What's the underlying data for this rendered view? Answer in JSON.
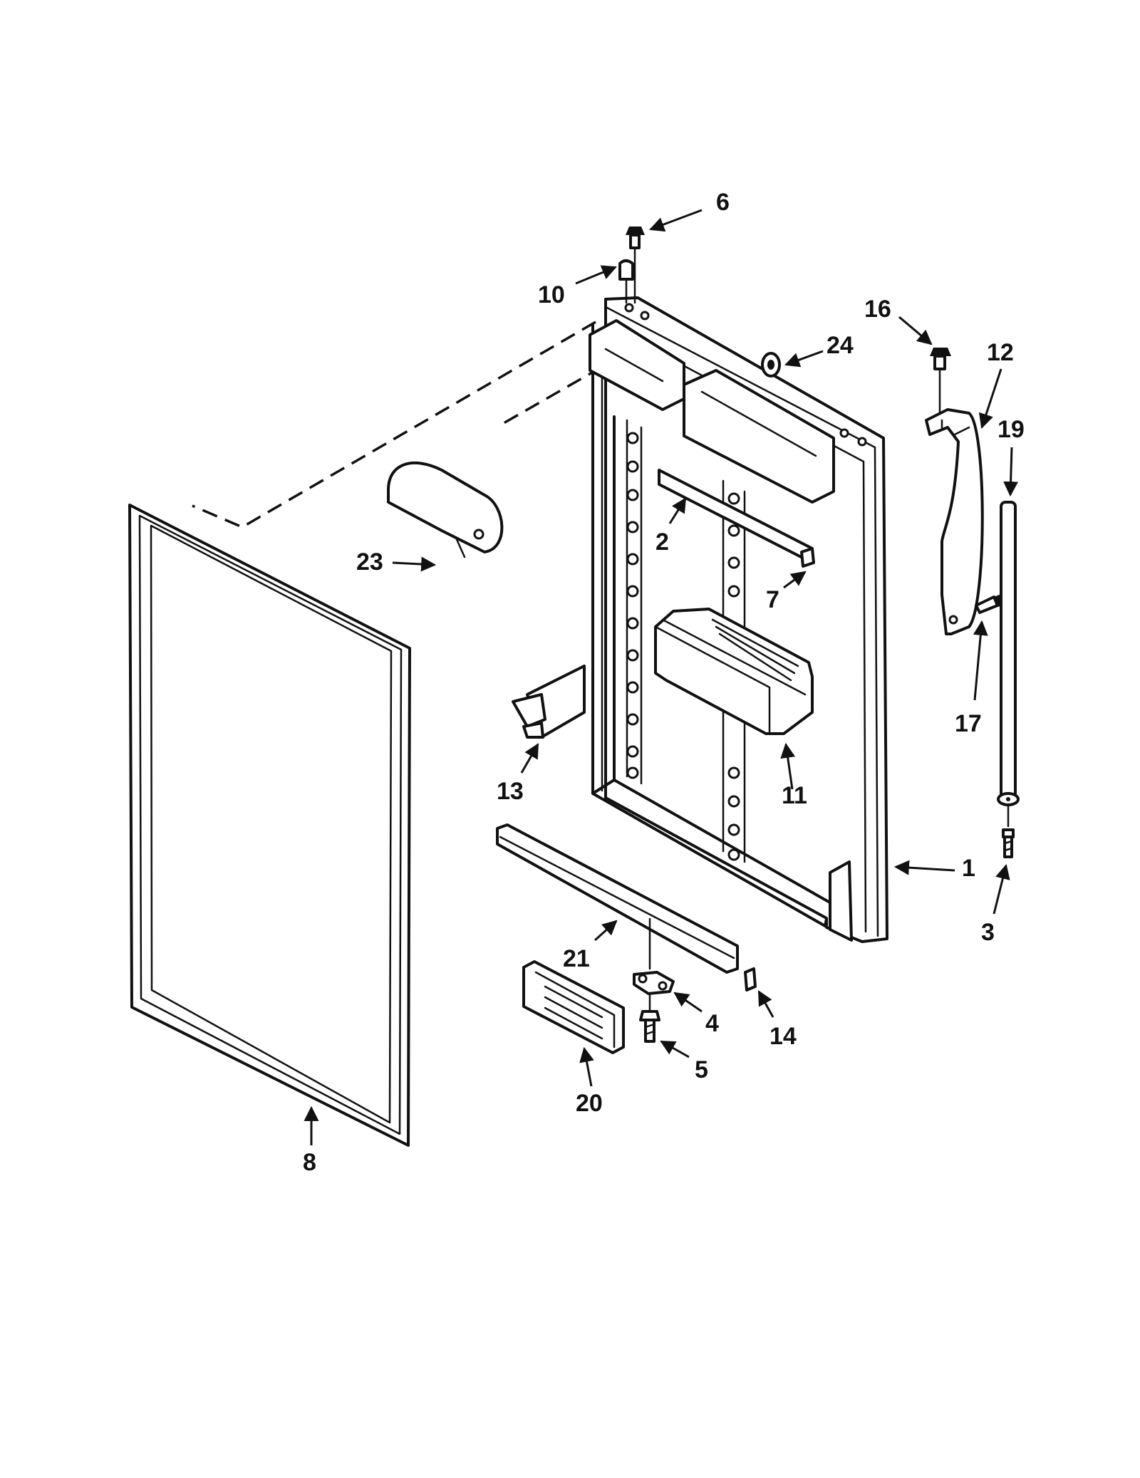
{
  "diagram": {
    "colors": {
      "ink": "#111111",
      "paper": "#ffffff"
    },
    "callouts": [
      {
        "id": "c6",
        "number": "6"
      },
      {
        "id": "c10",
        "number": "10"
      },
      {
        "id": "c16",
        "number": "16"
      },
      {
        "id": "c24",
        "number": "24"
      },
      {
        "id": "c12",
        "number": "12"
      },
      {
        "id": "c19",
        "number": "19"
      },
      {
        "id": "c2",
        "number": "2"
      },
      {
        "id": "c23",
        "number": "23"
      },
      {
        "id": "c7",
        "number": "7"
      },
      {
        "id": "c17",
        "number": "17"
      },
      {
        "id": "c13",
        "number": "13"
      },
      {
        "id": "c11",
        "number": "11"
      },
      {
        "id": "c1",
        "number": "1"
      },
      {
        "id": "c3",
        "number": "3"
      },
      {
        "id": "c21",
        "number": "21"
      },
      {
        "id": "c4",
        "number": "4"
      },
      {
        "id": "c14",
        "number": "14"
      },
      {
        "id": "c5",
        "number": "5"
      },
      {
        "id": "c20",
        "number": "20"
      },
      {
        "id": "c8",
        "number": "8"
      }
    ]
  }
}
